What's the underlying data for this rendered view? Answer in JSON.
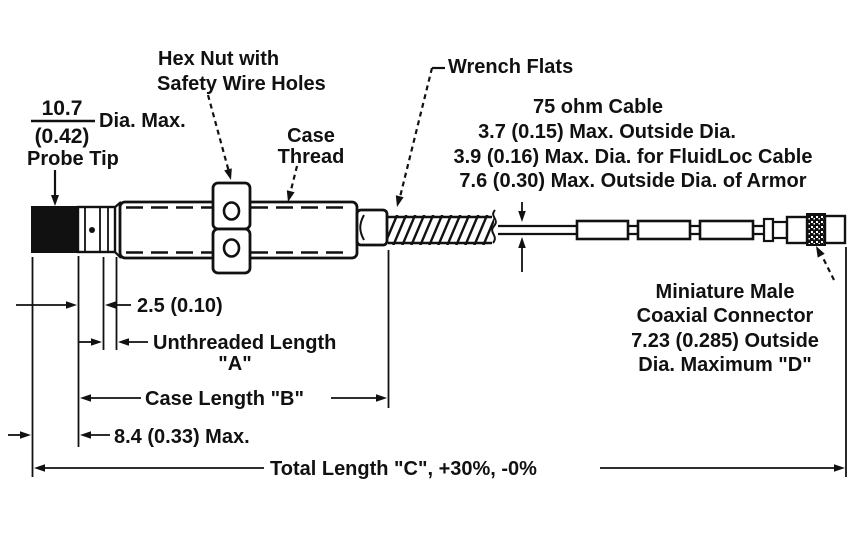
{
  "callouts": {
    "probe_tip": {
      "dim_mm": "10.7",
      "dim_in": "(0.42)",
      "suffix": "Dia. Max.",
      "label": "Probe Tip"
    },
    "hex_nut": {
      "line1": "Hex Nut with",
      "line2": "Safety Wire Holes"
    },
    "case_thread": {
      "line1": "Case",
      "line2": "Thread"
    },
    "wrench_flats": {
      "label": "Wrench Flats"
    },
    "cable": {
      "line1": "75 ohm Cable",
      "line2": "3.7 (0.15) Max. Outside Dia.",
      "line3": "3.9 (0.16) Max. Dia. for FluidLoc Cable",
      "line4": "7.6 (0.30) Max. Outside Dia. of Armor"
    },
    "connector": {
      "line1": "Miniature Male",
      "line2": "Coaxial Connector",
      "line3": "7.23 (0.285) Outside",
      "line4": "Dia. Maximum \"D\""
    }
  },
  "dimensions": {
    "tip_setback": "2.5 (0.10)",
    "unthreaded_label": "Unthreaded Length",
    "unthreaded_ref": "\"A\"",
    "case_length": "Case Length \"B\"",
    "tip_assembly_max": "8.4 (0.33) Max.",
    "total_length": "Total Length  \"C\", +30%, -0%"
  },
  "colors": {
    "ink": "#111111",
    "paper": "#ffffff"
  }
}
